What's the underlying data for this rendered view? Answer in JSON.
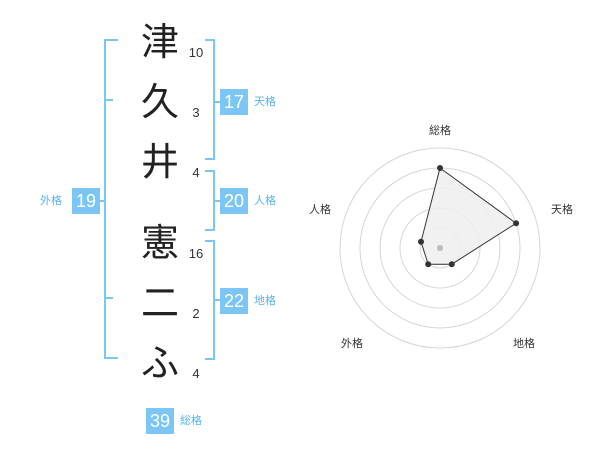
{
  "name_chars": [
    {
      "char": "津",
      "strokes": "10"
    },
    {
      "char": "久",
      "strokes": "3"
    },
    {
      "char": "井",
      "strokes": "4"
    },
    {
      "char": "憲",
      "strokes": "16"
    },
    {
      "char": "二",
      "strokes": "2"
    },
    {
      "char": "ふ",
      "strokes": "4"
    }
  ],
  "kaku": {
    "tenkaku": {
      "value": "17",
      "label": "天格"
    },
    "jinkaku": {
      "value": "20",
      "label": "人格"
    },
    "chikaku": {
      "value": "22",
      "label": "地格"
    },
    "gaikaku": {
      "value": "19",
      "label": "外格"
    },
    "soukaku": {
      "value": "39",
      "label": "総格"
    }
  },
  "chart_data": {
    "type": "radar",
    "axes": [
      "総格",
      "天格",
      "地格",
      "外格",
      "人格"
    ],
    "values": [
      4,
      4,
      1,
      1,
      1
    ],
    "rmax": 5,
    "rings": 5,
    "colors": {
      "fill": "#efefef",
      "stroke": "#333333",
      "ring": "#d6d6d6",
      "point": "#333333",
      "center": "#bbbbbb"
    }
  },
  "colors": {
    "accent": "#7cc6f6",
    "accent_text": "#56b3f0"
  }
}
